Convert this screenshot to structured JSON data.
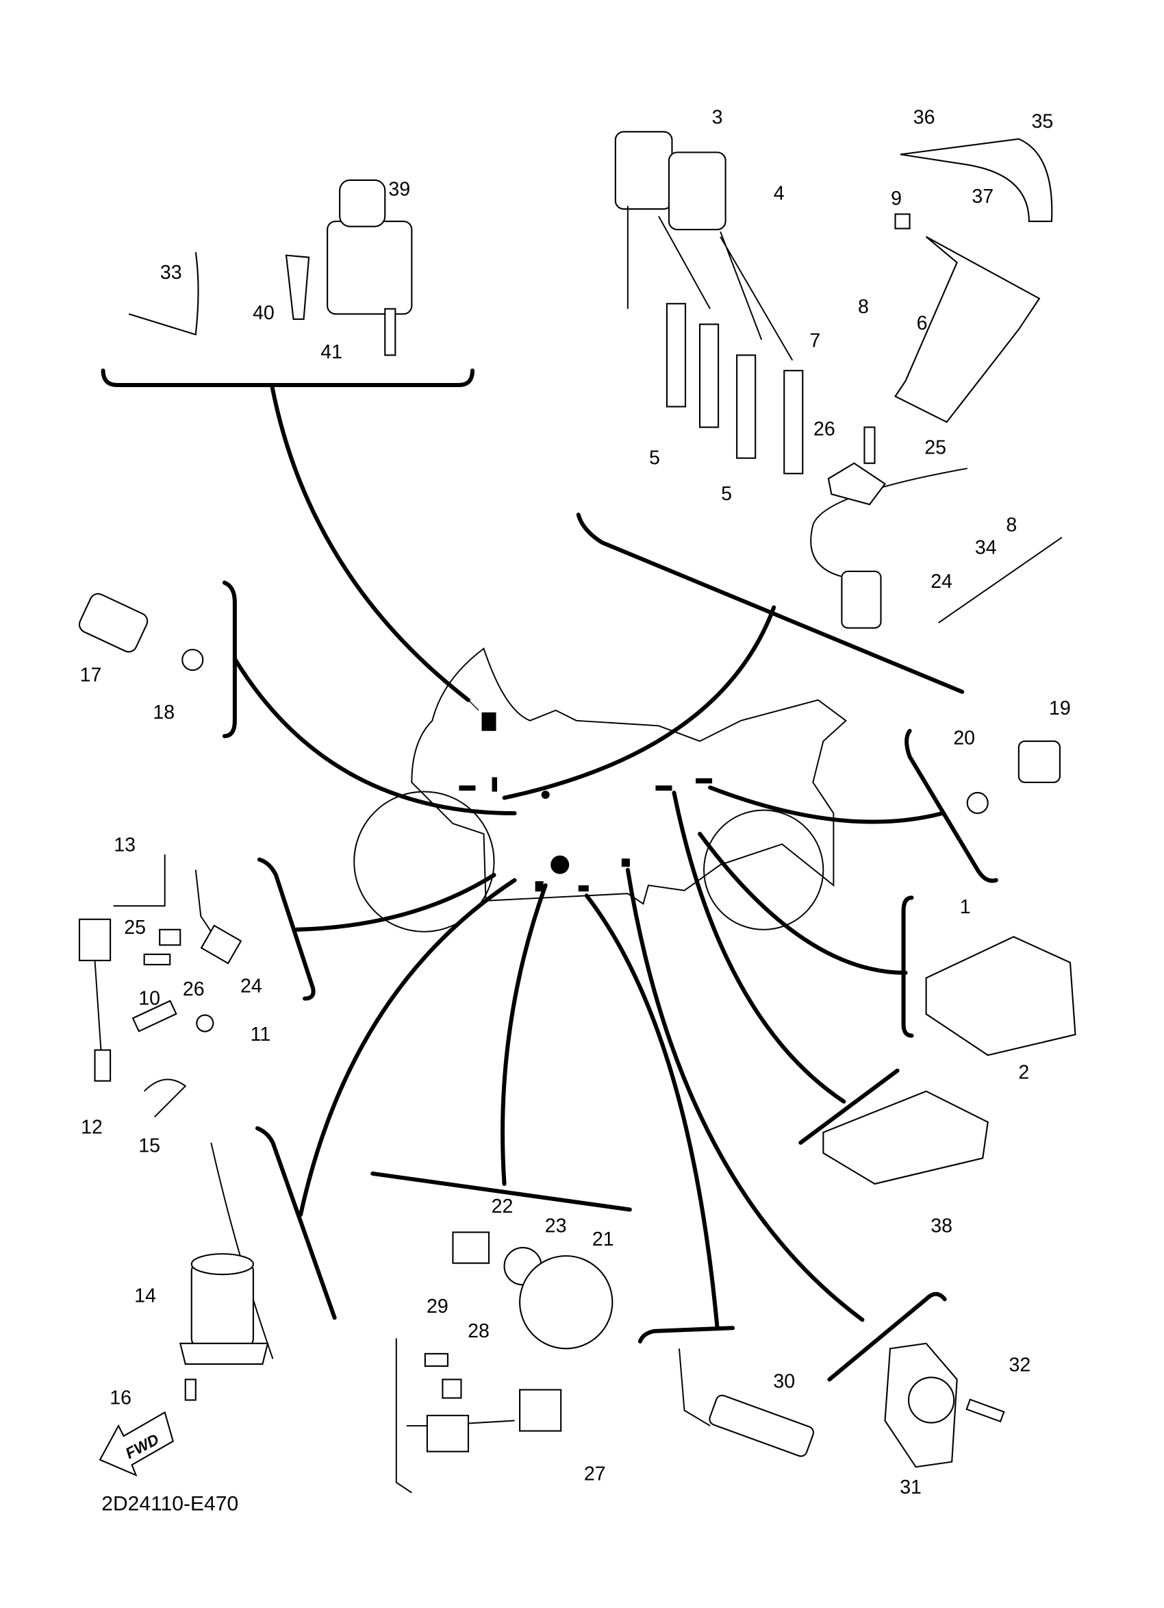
{
  "diagram_code": "2D24110-E470",
  "direction_arrow": "FWD",
  "callouts": {
    "c1": "1",
    "c2": "2",
    "c3": "3",
    "c4": "4",
    "c5a": "5",
    "c5b": "5",
    "c6": "6",
    "c7": "7",
    "c8a": "8",
    "c8b": "8",
    "c9": "9",
    "c10": "10",
    "c11": "11",
    "c12": "12",
    "c13": "13",
    "c14": "14",
    "c15": "15",
    "c16": "16",
    "c17": "17",
    "c18": "18",
    "c19": "19",
    "c20": "20",
    "c21": "21",
    "c22": "22",
    "c23": "23",
    "c24a": "24",
    "c24b": "24",
    "c25a": "25",
    "c25b": "25",
    "c26a": "26",
    "c26b": "26",
    "c27": "27",
    "c28": "28",
    "c29": "29",
    "c30": "30",
    "c31": "31",
    "c32": "32",
    "c33": "33",
    "c34": "34",
    "c35": "35",
    "c36": "36",
    "c37": "37",
    "c38": "38",
    "c39": "39",
    "c40": "40",
    "c41": "41"
  }
}
